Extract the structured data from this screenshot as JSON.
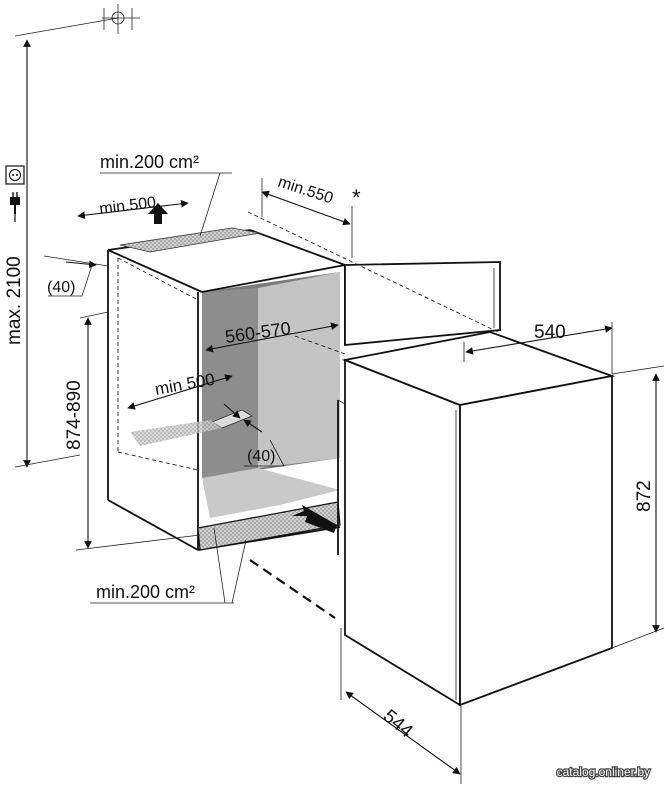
{
  "labels": {
    "top_area": "min.200 cm²",
    "top_width": "min.500",
    "depth_door": "min.550",
    "asterisk": "*",
    "offset_top": "(40)",
    "max_height": "max. 2100",
    "niche_height": "874-890",
    "inner_width": "560-570",
    "inner_depth": "min 500",
    "offset_inner": "(40)",
    "bottom_area": "min.200 cm²",
    "unit_width": "540",
    "unit_height": "872",
    "unit_depth": "544"
  },
  "icons": {
    "socket": "power-socket-icon",
    "plug": "power-plug-icon",
    "crosshair": "mounting-point-icon"
  },
  "watermark": "catalog.onliner.by",
  "colors": {
    "cavity_dark": "#6e6e6e",
    "cavity_mid": "#b4b4b4",
    "cavity_light": "#d8d8d8",
    "floor": "#c7c7c7",
    "vent_grille": "#a8a8a8",
    "line": "#111111"
  }
}
